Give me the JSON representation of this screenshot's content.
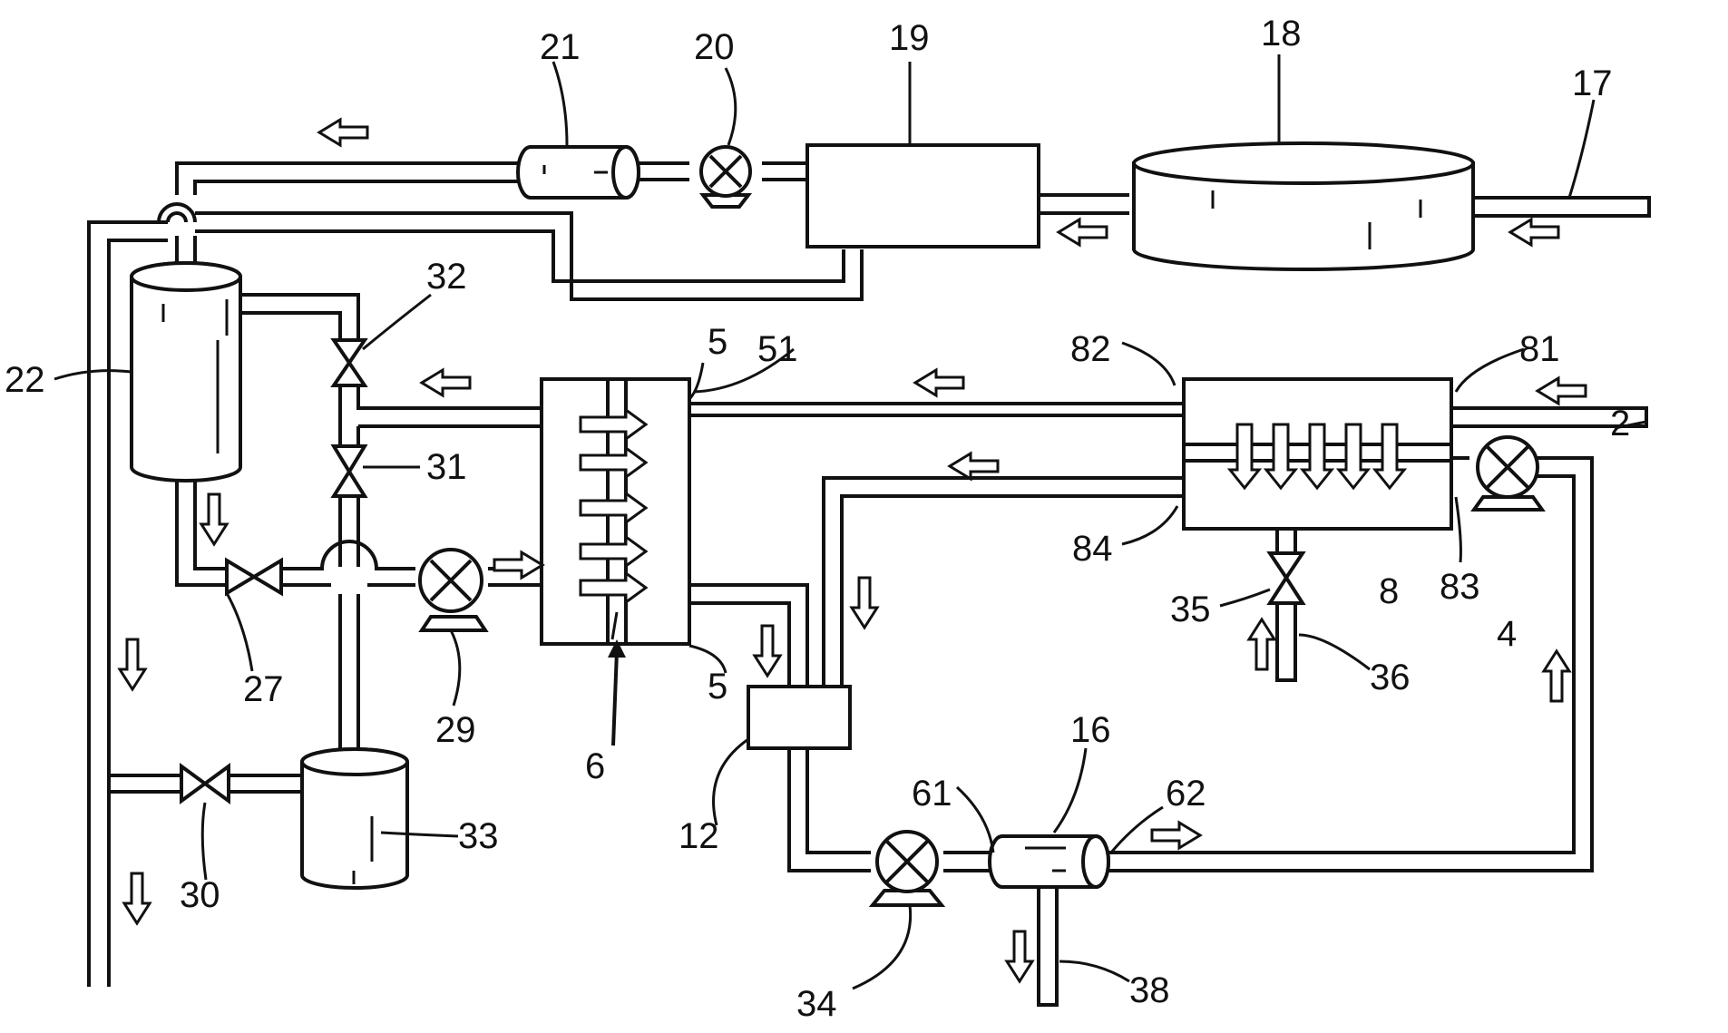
{
  "colors": {
    "line": "#111111",
    "background": "#ffffff"
  },
  "icon_names": [
    "pump-icon",
    "valve-icon",
    "flow-arrow-icon",
    "tank-icon",
    "filter-icon"
  ],
  "labels": {
    "l2": "2",
    "l4": "4",
    "l5a": "5",
    "l5b": "5",
    "l6": "6",
    "l8": "8",
    "l12": "12",
    "l16": "16",
    "l17": "17",
    "l18": "18",
    "l19": "19",
    "l20": "20",
    "l21": "21",
    "l22": "22",
    "l27": "27",
    "l29": "29",
    "l30": "30",
    "l31": "31",
    "l32": "32",
    "l33": "33",
    "l34": "34",
    "l35": "35",
    "l36": "36",
    "l38": "38",
    "l51": "51",
    "l61": "61",
    "l62": "62",
    "l81": "81",
    "l82": "82",
    "l83": "83",
    "l84": "84"
  }
}
